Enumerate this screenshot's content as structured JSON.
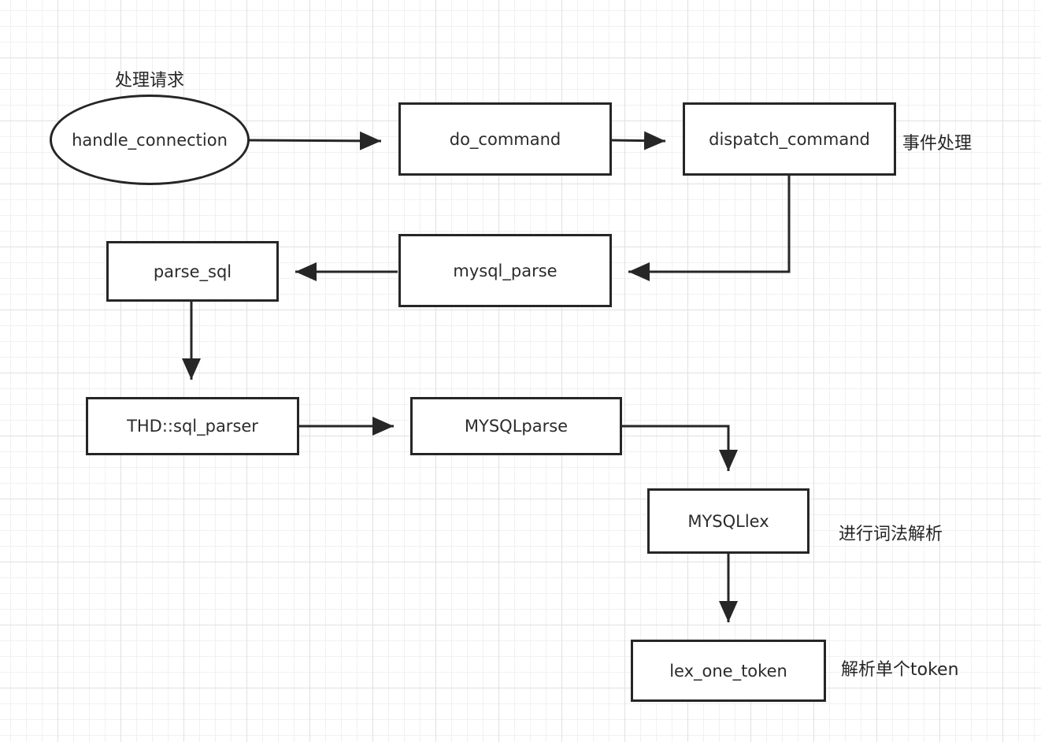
{
  "nodes": {
    "handle_connection": "handle_connection",
    "do_command": "do_command",
    "dispatch_command": "dispatch_command",
    "mysql_parse": "mysql_parse",
    "parse_sql": "parse_sql",
    "thd_sql_parser": "THD::sql_parser",
    "mysqlparse": "MYSQLparse",
    "mysqllex": "MYSQLlex",
    "lex_one_token": "lex_one_token"
  },
  "notes": {
    "handle_request": "处理请求",
    "event_handling": "事件处理",
    "lexical_analysis": "进行词法解析",
    "parse_single_token": "解析单个token"
  },
  "colors": {
    "stroke": "#262626",
    "grid_major": "#e1e1e1",
    "grid_minor": "#f1f1f1"
  }
}
